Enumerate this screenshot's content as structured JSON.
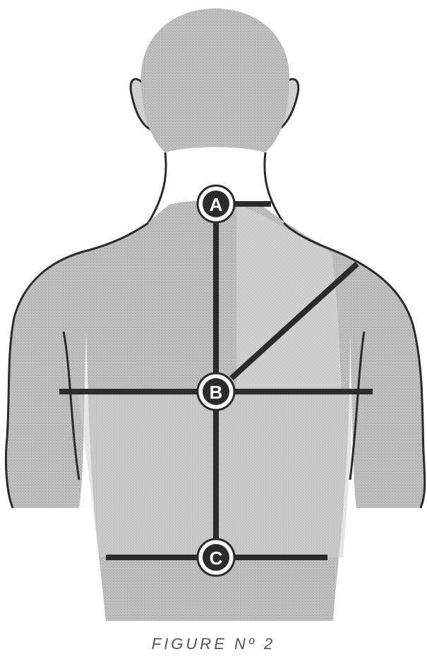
{
  "figure": {
    "caption": "FIGURE Nº 2",
    "markers": [
      {
        "id": "a",
        "label": "A"
      },
      {
        "id": "b",
        "label": "B"
      },
      {
        "id": "c",
        "label": "C"
      }
    ],
    "colors": {
      "shading": "#b9b9b9",
      "shading_light": "#d4d4d4",
      "outline": "#2a2a2a",
      "lines": "#2b2b2b",
      "background": "#ffffff"
    }
  }
}
